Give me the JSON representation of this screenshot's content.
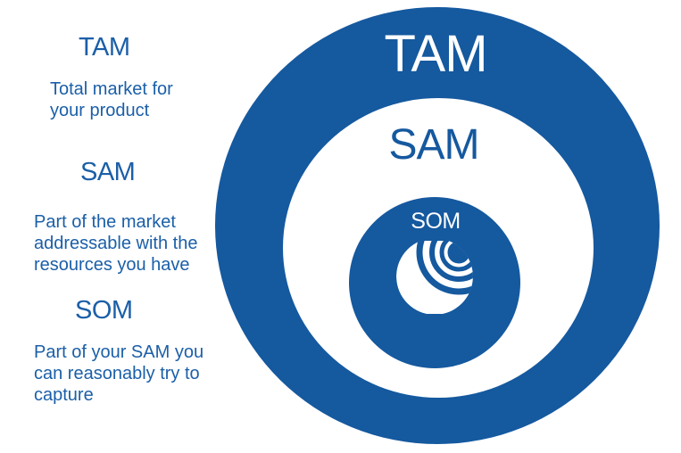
{
  "colors": {
    "brand_blue": "#15599F",
    "text_blue": "#1B5FA8",
    "label_white": "#FFFFFF",
    "background": "#FFFFFF"
  },
  "legend": {
    "items": [
      {
        "term": "TAM",
        "definition": "Total market for\nyour product"
      },
      {
        "term": "SAM",
        "definition": "Part of the market\naddressable with the\nresources you have"
      },
      {
        "term": "SOM",
        "definition": "Part of your SAM you\ncan reasonably try to\ncapture"
      }
    ]
  },
  "diagram": {
    "outer_label": "TAM",
    "middle_label": "SAM",
    "inner_label": "SOM",
    "inner_icon": "curved-stripes-sphere-logo"
  }
}
